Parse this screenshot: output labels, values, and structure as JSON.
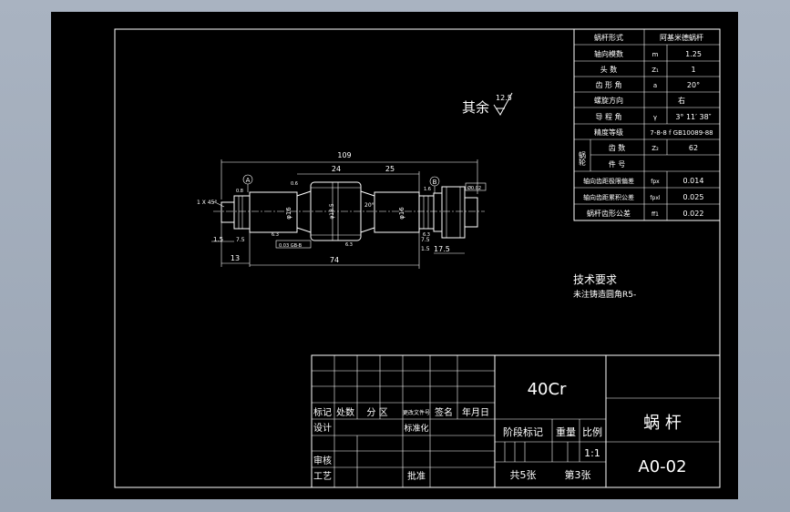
{
  "params_table": {
    "rows": [
      {
        "label": "蜗杆形式",
        "sym": "",
        "value": "阿基米德蜗杆"
      },
      {
        "label": "轴向模数",
        "sym": "m",
        "value": "1.25"
      },
      {
        "label": "头    数",
        "sym": "Z₁",
        "value": "1"
      },
      {
        "label": "齿 形 角",
        "sym": "a",
        "value": "20°"
      },
      {
        "label": "螺旋方向",
        "sym": "",
        "value": "右"
      },
      {
        "label": "导 程 角",
        "sym": "γ",
        "value": "3° 11′ 38″"
      },
      {
        "label": "精度等级",
        "sym": "",
        "value": "7-8-8 f GB10089-88"
      },
      {
        "label": "齿    数",
        "sym": "Z₂",
        "value": "62"
      },
      {
        "label": "件    号",
        "sym": "",
        "value": ""
      },
      {
        "label": "轴向齿距极限偏差",
        "sym": "fpx",
        "value": "0.014"
      },
      {
        "label": "轴向齿距累积公差",
        "sym": "fpxl",
        "value": "0.025"
      },
      {
        "label": "蜗杆齿形公差",
        "sym": "ff1",
        "value": "0.022"
      }
    ],
    "group_label": "蜗轮"
  },
  "roughness": {
    "text": "其余",
    "value": "12.5"
  },
  "tech_req": {
    "title": "技术要求",
    "line1": "未注铸造圆角R5-"
  },
  "drawing": {
    "datum_a": "A",
    "datum_b": "B",
    "dims": {
      "overall": "109",
      "d24": "24",
      "d25": "25",
      "d74": "74",
      "d13": "13",
      "d1_5": "1.5",
      "d17_5": "17.5",
      "chamfer": "1 X 45°",
      "phi_left": "φ16",
      "phi_right": "φ16",
      "phi_mid": "φ18.5",
      "angle": "20°",
      "ra_1": "0.8",
      "ra_2": "1.6",
      "ra_3": "0.6",
      "mark_63a": "6.3",
      "mark_63b": "6.3",
      "mark_63c": "6.3",
      "tol_box": "0.03 GB-B"
    }
  },
  "title_block": {
    "material": "40Cr",
    "part_name": "蜗   杆",
    "drawing_no": "A0-02",
    "scale": "1:1",
    "sheets_total": "共5张",
    "sheet_no": "第3张",
    "h_mark": "标记",
    "h_count": "处数",
    "h_zone": "分 区",
    "h_docno": "更改文件号",
    "h_sign": "签名",
    "h_date": "年月日",
    "h_design": "设计",
    "h_std": "标准化",
    "h_stage": "阶段标记",
    "h_weight": "重量",
    "h_ratio": "比例",
    "h_check": "审核",
    "h_process": "工艺",
    "h_approve": "批准"
  }
}
